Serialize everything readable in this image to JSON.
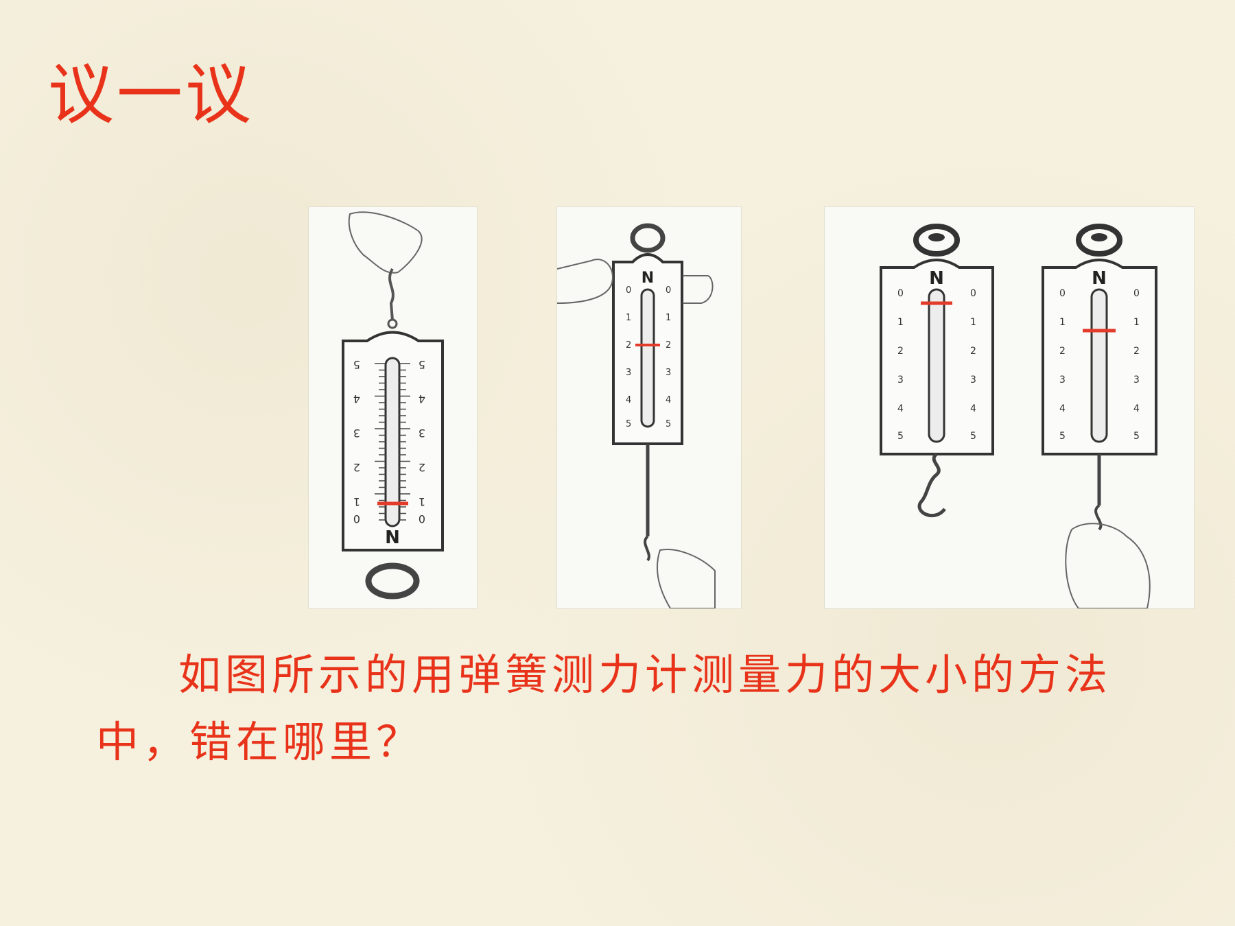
{
  "slide": {
    "title": "议一议",
    "question": "如图所示的用弹簧测力计测量力的大小的方法中，错在哪里？"
  },
  "figures": [
    {
      "unit": "N",
      "scale": [
        "0",
        "1",
        "2",
        "3",
        "4",
        "5"
      ],
      "reading": 0,
      "orientation": "inverted"
    },
    {
      "unit": "N",
      "scale": [
        "0",
        "1",
        "2",
        "3",
        "4",
        "5"
      ],
      "reading": 2,
      "orientation": "upright"
    },
    {
      "unit": "N",
      "scale": [
        "0",
        "1",
        "2",
        "3",
        "4",
        "5"
      ],
      "reading": 0,
      "orientation": "upright"
    },
    {
      "unit": "N",
      "scale": [
        "0",
        "1",
        "2",
        "3",
        "4",
        "5"
      ],
      "reading": 1,
      "orientation": "upright"
    }
  ],
  "colors": {
    "text_accent": "#e8331a",
    "pointer": "#e23b2a",
    "background": "#f6f1df"
  }
}
